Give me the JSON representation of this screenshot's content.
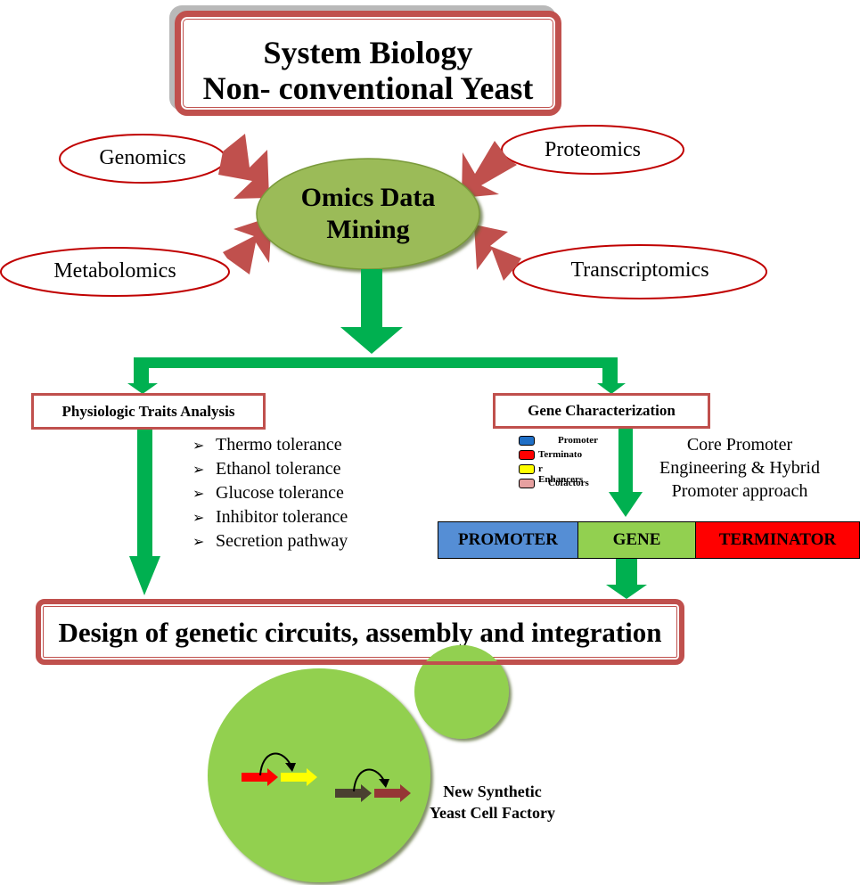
{
  "title": {
    "line1": "System Biology",
    "line2": "Non- conventional Yeast"
  },
  "omics": {
    "center_line1": "Omics Data",
    "center_line2": "Mining",
    "inputs": [
      {
        "label": "Genomics"
      },
      {
        "label": "Proteomics"
      },
      {
        "label": "Metabolomics"
      },
      {
        "label": "Transcriptomics"
      }
    ]
  },
  "branches": {
    "left": {
      "label": "Physiologic Traits Analysis",
      "traits": [
        "Thermo tolerance",
        "Ethanol tolerance",
        "Glucose tolerance",
        "Inhibitor tolerance",
        "Secretion pathway"
      ],
      "bullet_glyph": "➢"
    },
    "right": {
      "label": "Gene Characterization",
      "legend": [
        {
          "label": "Promoter",
          "color": "#1f6fc6"
        },
        {
          "label": "Terminato",
          "color": "#ff0000"
        },
        {
          "label": "r Enhancers",
          "color": "#ffff00"
        },
        {
          "label": "Cofactors",
          "color": "#e6a0a0"
        }
      ],
      "approach_line1": "Core Promoter",
      "approach_line2": "Engineering & Hybrid",
      "approach_line3": "Promoter approach"
    }
  },
  "cassette": {
    "segments": [
      {
        "label": "PROMOTER",
        "color": "#558ed5"
      },
      {
        "label": "GENE",
        "color": "#92d050"
      },
      {
        "label": "TERMINATOR",
        "color": "#ff0000"
      }
    ]
  },
  "design": {
    "label": "Design of genetic circuits, assembly and integration"
  },
  "factory": {
    "line1": "New Synthetic",
    "line2": "Yeast Cell Factory",
    "circuit_colors": [
      "#ff0000",
      "#ffff00",
      "#4a4030",
      "#953735"
    ]
  },
  "colors": {
    "box_border": "#c0504d",
    "flow_arrow": "#00b050",
    "input_arrow": "#c0504d",
    "oval_border": "#c00000",
    "omics_fill": "#9bbb59",
    "cell_fill": "#92d050"
  }
}
